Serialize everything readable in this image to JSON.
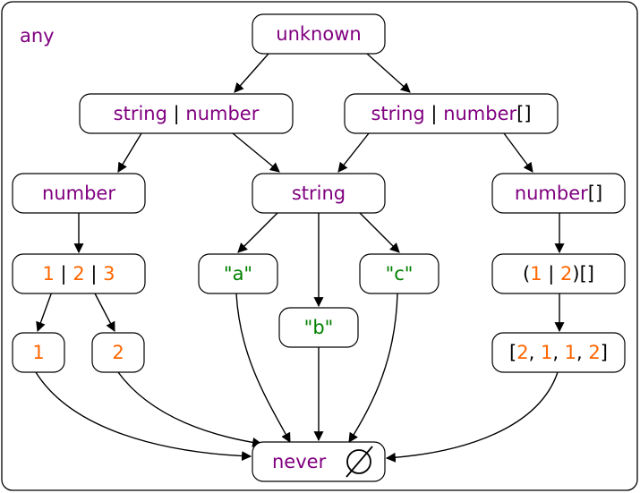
{
  "top_label": "any",
  "nodes": {
    "unknown": {
      "label": "unknown"
    },
    "string_or_number": {
      "p1": "string",
      "sep": "|",
      "p2": "number"
    },
    "string_or_number_array": {
      "p1": "string",
      "sep": "|",
      "p2": "number",
      "p3": "[]"
    },
    "number": {
      "label": "number"
    },
    "string": {
      "label": "string"
    },
    "number_array": {
      "p1": "number",
      "p2": "[]"
    },
    "union_123": {
      "v1": "1",
      "s1": "|",
      "v2": "2",
      "s2": "|",
      "v3": "3"
    },
    "lit_a": {
      "label": "\"a\""
    },
    "lit_b": {
      "label": "\"b\""
    },
    "lit_c": {
      "label": "\"c\""
    },
    "tuple_union": {
      "open": "(",
      "v1": "1",
      "sep": "|",
      "v2": "2",
      "close": ")[]"
    },
    "lit_1": {
      "label": "1"
    },
    "lit_2": {
      "label": "2"
    },
    "array_literal": {
      "open": "[",
      "v1": "2",
      "c1": ", ",
      "v2": "1",
      "c2": ", ",
      "v3": "1",
      "c3": ", ",
      "v4": "2",
      "close": "]"
    },
    "never": {
      "label": "never"
    }
  },
  "colors": {
    "type_keyword": "#800080",
    "number_literal": "#ff6600",
    "string_literal": "#008000",
    "punctuation": "#000000"
  },
  "icons": {
    "never": "empty-set-icon"
  }
}
